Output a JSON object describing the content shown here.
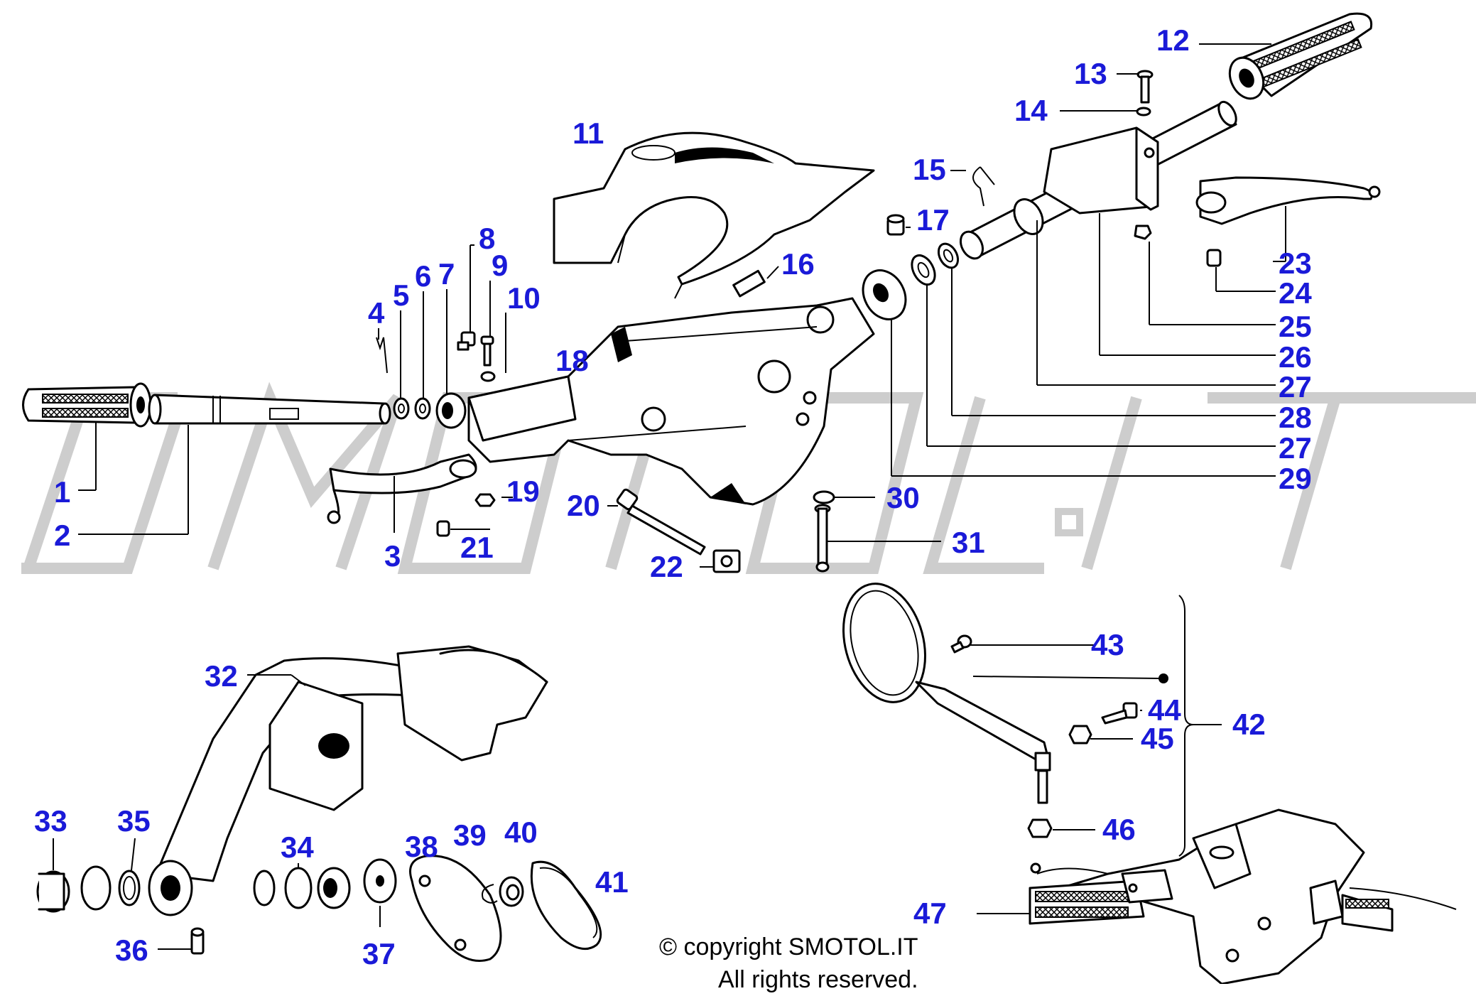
{
  "watermark": {
    "logo_text": "SMOTOL.IT"
  },
  "copyright": {
    "line1": "© copyright SMOTOL.IT",
    "line2": "All rights reserved."
  },
  "callouts": [
    {
      "id": "c1",
      "label": "1"
    },
    {
      "id": "c2",
      "label": "2"
    },
    {
      "id": "c3",
      "label": "3"
    },
    {
      "id": "c4",
      "label": "4"
    },
    {
      "id": "c5",
      "label": "5"
    },
    {
      "id": "c6",
      "label": "6"
    },
    {
      "id": "c7",
      "label": "7"
    },
    {
      "id": "c8",
      "label": "8"
    },
    {
      "id": "c9",
      "label": "9"
    },
    {
      "id": "c10",
      "label": "10"
    },
    {
      "id": "c11",
      "label": "11"
    },
    {
      "id": "c12",
      "label": "12"
    },
    {
      "id": "c13",
      "label": "13"
    },
    {
      "id": "c14",
      "label": "14"
    },
    {
      "id": "c15",
      "label": "15"
    },
    {
      "id": "c16",
      "label": "16"
    },
    {
      "id": "c17",
      "label": "17"
    },
    {
      "id": "c18",
      "label": "18"
    },
    {
      "id": "c19",
      "label": "19"
    },
    {
      "id": "c20",
      "label": "20"
    },
    {
      "id": "c21",
      "label": "21"
    },
    {
      "id": "c22",
      "label": "22"
    },
    {
      "id": "c23",
      "label": "23"
    },
    {
      "id": "c24",
      "label": "24"
    },
    {
      "id": "c25",
      "label": "25"
    },
    {
      "id": "c26",
      "label": "26"
    },
    {
      "id": "c27a",
      "label": "27"
    },
    {
      "id": "c28",
      "label": "28"
    },
    {
      "id": "c27b",
      "label": "27"
    },
    {
      "id": "c29",
      "label": "29"
    },
    {
      "id": "c30",
      "label": "30"
    },
    {
      "id": "c31",
      "label": "31"
    },
    {
      "id": "c32",
      "label": "32"
    },
    {
      "id": "c33",
      "label": "33"
    },
    {
      "id": "c34",
      "label": "34"
    },
    {
      "id": "c35",
      "label": "35"
    },
    {
      "id": "c36",
      "label": "36"
    },
    {
      "id": "c37",
      "label": "37"
    },
    {
      "id": "c38",
      "label": "38"
    },
    {
      "id": "c39",
      "label": "39"
    },
    {
      "id": "c40",
      "label": "40"
    },
    {
      "id": "c41",
      "label": "41"
    },
    {
      "id": "c42",
      "label": "42"
    },
    {
      "id": "c43",
      "label": "43"
    },
    {
      "id": "c44",
      "label": "44"
    },
    {
      "id": "c45",
      "label": "45"
    },
    {
      "id": "c46",
      "label": "46"
    },
    {
      "id": "c47",
      "label": "47"
    }
  ],
  "colors": {
    "callout": "#1a1ad8",
    "watermark": "#c8c8c8",
    "ink": "#000000"
  }
}
